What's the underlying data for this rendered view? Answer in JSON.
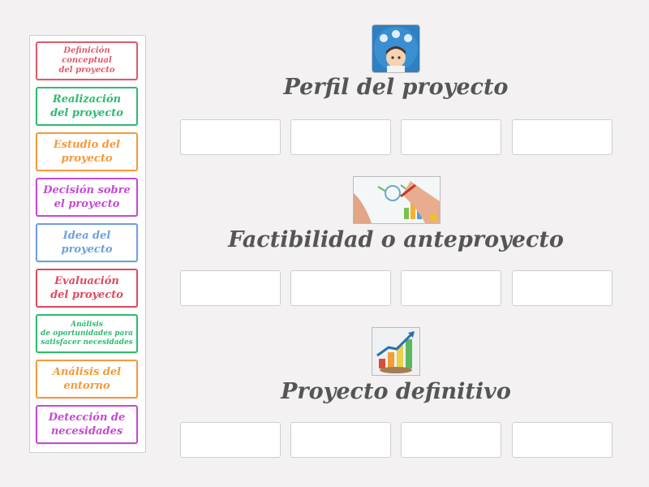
{
  "cards": [
    {
      "label": "Definición conceptual\ndel proyecto",
      "color": "#e05a6a"
    },
    {
      "label": "Realización\ndel proyecto",
      "color": "#2fba6e"
    },
    {
      "label": "Estudio del\nproyecto",
      "color": "#f39a3c"
    },
    {
      "label": "Decisión sobre\nel proyecto",
      "color": "#c44ad4"
    },
    {
      "label": "Idea del\nproyecto",
      "color": "#6f9fe0"
    },
    {
      "label": "Evaluación\ndel proyecto",
      "color": "#e04a5e"
    },
    {
      "label": "Análisis\nde oportunidades para\nsatisfacer necesidades",
      "color": "#2fba6e"
    },
    {
      "label": "Análisis del\nentorno",
      "color": "#f39a3c"
    },
    {
      "label": "Detección de\nnecesidades",
      "color": "#c44ad4"
    }
  ],
  "sections": [
    {
      "title": "Perfil del proyecto",
      "icon": "person-thinking-icon"
    },
    {
      "title": "Factibilidad o anteproyecto",
      "icon": "hand-drawing-sketch-icon"
    },
    {
      "title": "Proyecto definitivo",
      "icon": "growth-chart-icon"
    }
  ]
}
